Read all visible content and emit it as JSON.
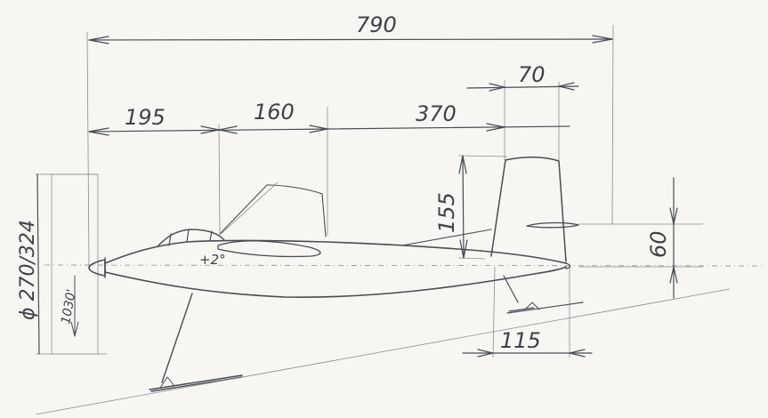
{
  "dimensions": {
    "overall_length": "790",
    "nose_to_wing": "195",
    "wing_root": "160",
    "wing_to_tail": "370",
    "fin_top": "70",
    "fin_height": "155",
    "stab_height": "60",
    "fin_base": "115",
    "prop_diameter": "ϕ 270/324",
    "prop_offset": "1030'",
    "incidence": "+2°"
  },
  "colors": {
    "paper": "#f7f6f3",
    "ink": "#4a4c52"
  }
}
